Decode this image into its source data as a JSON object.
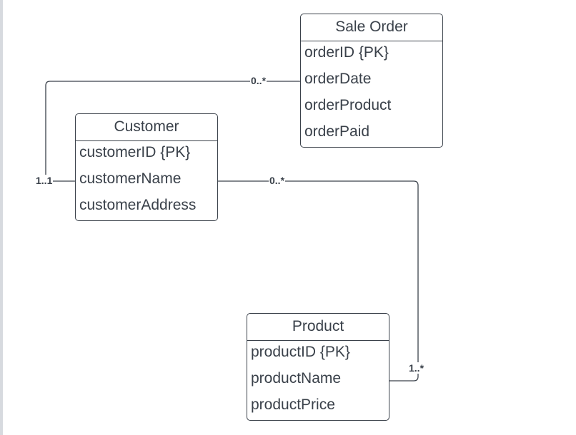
{
  "entities": {
    "sale_order": {
      "title": "Sale Order",
      "attributes": [
        "orderID {PK}",
        "orderDate",
        "orderProduct",
        "orderPaid"
      ]
    },
    "customer": {
      "title": "Customer",
      "attributes": [
        "customerID {PK}",
        "customerName",
        "customerAddress"
      ]
    },
    "product": {
      "title": "Product",
      "attributes": [
        "productID {PK}",
        "productName",
        "productPrice"
      ]
    }
  },
  "relationships": {
    "customer_sale_order": {
      "customer_end": "1..1",
      "sale_order_end": "0..*"
    },
    "customer_product": {
      "customer_end": "0..*",
      "product_end": "1..*"
    }
  },
  "colors": {
    "line": "#3a414a",
    "background": "#ffffff"
  }
}
